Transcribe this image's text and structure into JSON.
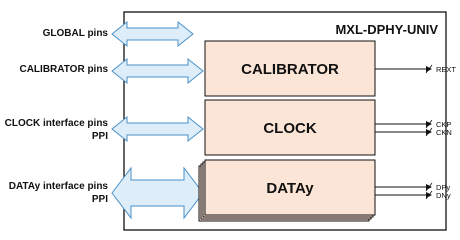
{
  "title": "MXL-DPHY-UNIV",
  "colors": {
    "block_fill": "#fbe5d6",
    "arrow_fill": "#ddeefa",
    "arrow_stroke": "#4a90c8",
    "line": "#111111"
  },
  "interfaces": {
    "global": "GLOBAL pins",
    "calibrator": "CALIBRATOR pins",
    "clock_line1": "CLOCK interface pins",
    "clock_line2": "PPI",
    "data_line1": "DATAy interface pins",
    "data_line2": "PPI"
  },
  "blocks": {
    "calibrator": "CALIBRATOR",
    "clock": "CLOCK",
    "data": "DATAy"
  },
  "signals": {
    "rext": "REXT",
    "ckp": "CKP",
    "ckn": "CKN",
    "dpy": "DPy",
    "dny": "DNy"
  }
}
